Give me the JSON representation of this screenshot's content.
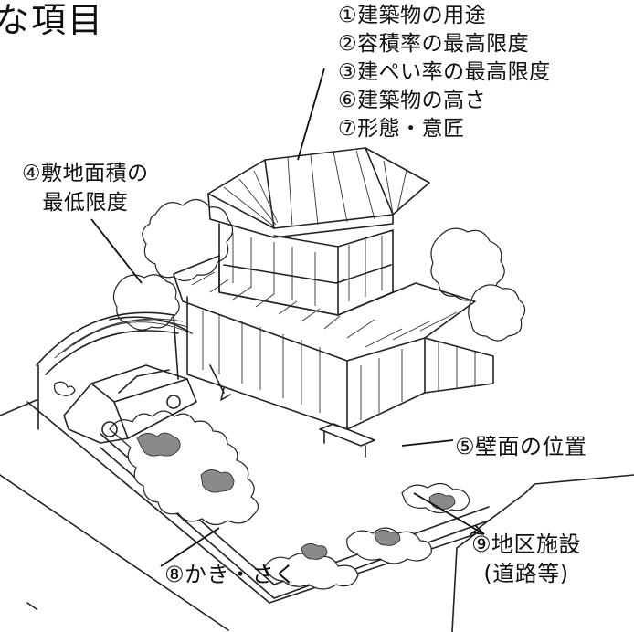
{
  "title": "な項目",
  "top_items": [
    "①建築物の用途",
    "②容積率の最高限度",
    "③建ぺい率の最高限度",
    "⑥建築物の高さ",
    "⑦形態・意匠"
  ],
  "lot_area": {
    "line1": "④敷地面積の",
    "line2": "最低限度"
  },
  "wall_position": "⑤壁面の位置",
  "fence": "⑧かき・さく",
  "district_facility": {
    "line1": "⑨地区施設",
    "line2": "(道路等)"
  }
}
